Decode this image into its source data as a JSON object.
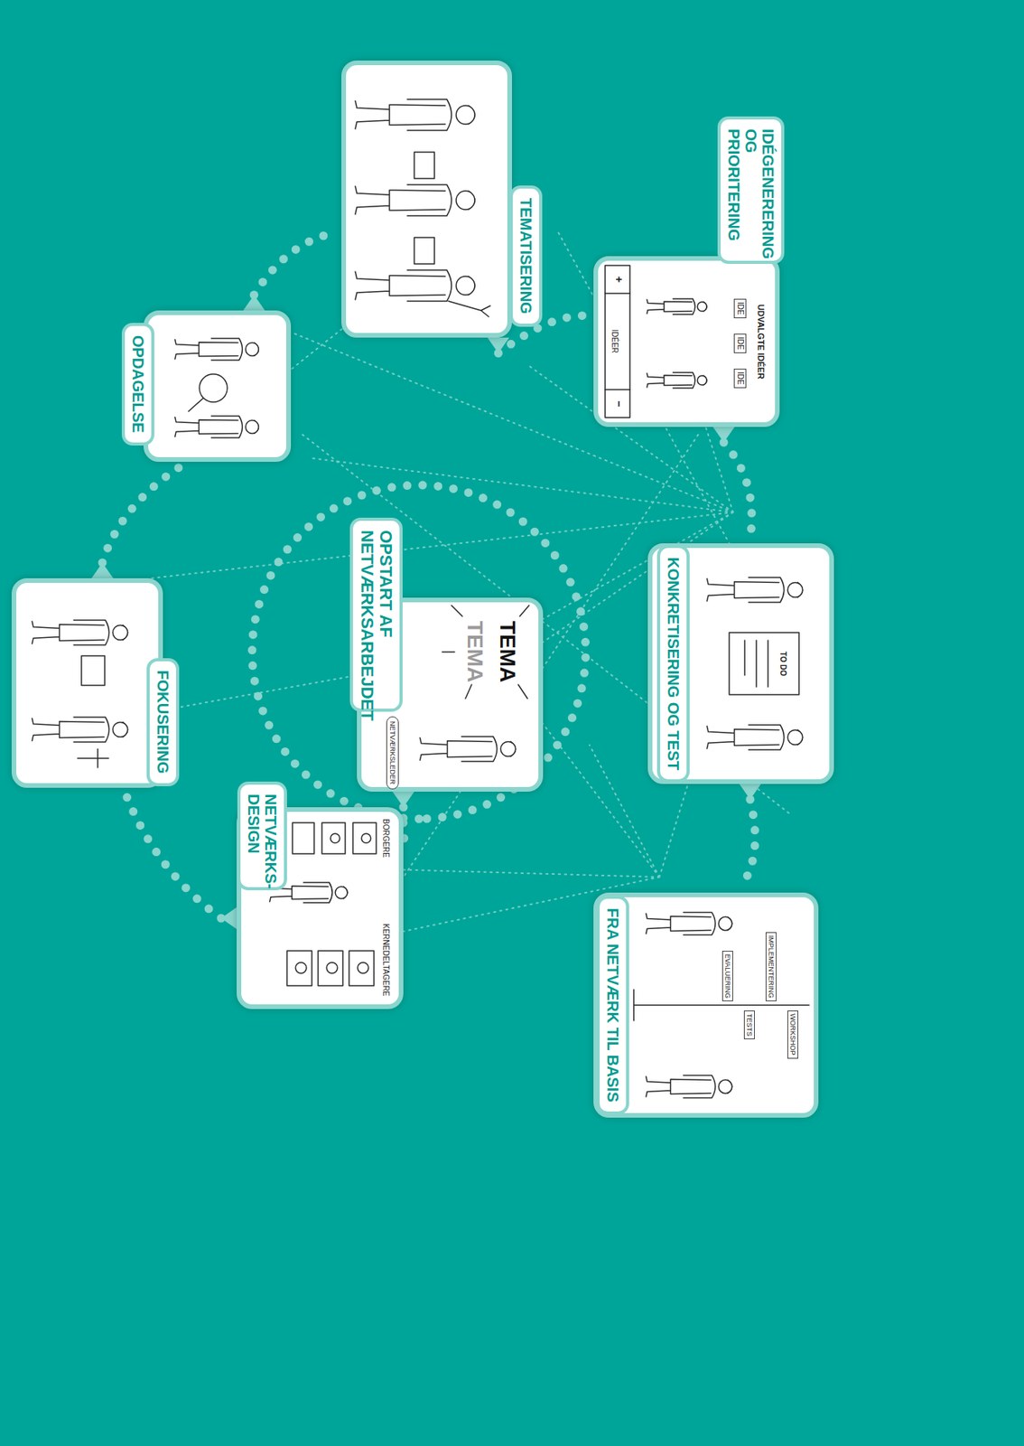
{
  "diagram": {
    "nodes": [
      {
        "text": [
          "OPSTART AF NETVÆRKSARBEJDET"
        ]
      },
      {
        "text": [
          "NETVÆRKS- DESIGN"
        ]
      },
      {
        "text": [
          "FOKUSERING"
        ]
      },
      {
        "text": [
          "OPDAGELSE"
        ]
      },
      {
        "text": [
          "TEMATISERING"
        ]
      },
      {
        "text": [
          "IDÉGENERERING OG PRIORITERING"
        ]
      },
      {
        "text": [
          "KONKRETISERING OG TEST"
        ]
      },
      {
        "text": [
          "FRA NETVÆRK TIL BASIS"
        ]
      }
    ],
    "edges": [
      {
        "from": 0,
        "to": 1,
        "arrow": "none"
      },
      {
        "from": 1,
        "to": 2,
        "arrow": "none"
      },
      {
        "from": 2,
        "to": 3,
        "arrow": "none"
      },
      {
        "from": 3,
        "to": 4,
        "arrow": "none"
      },
      {
        "from": 4,
        "to": 5,
        "arrow": "none"
      },
      {
        "from": 5,
        "to": 6,
        "arrow": "none"
      },
      {
        "from": 6,
        "to": 7,
        "arrow": "none"
      }
    ],
    "labels": [
      "TEMA",
      "TEMA",
      "NETVÆRKSLEDER",
      "BORGERE",
      "KERNEDELTAGERE",
      "UDVALGTE IDÉER",
      "IDE",
      "IDE",
      "IDE",
      "+",
      "IDÉER",
      "−",
      "TO DO",
      "WORKSHOP",
      "IMPLEMENTERING",
      "TESTS",
      "EVALUERING"
    ]
  }
}
